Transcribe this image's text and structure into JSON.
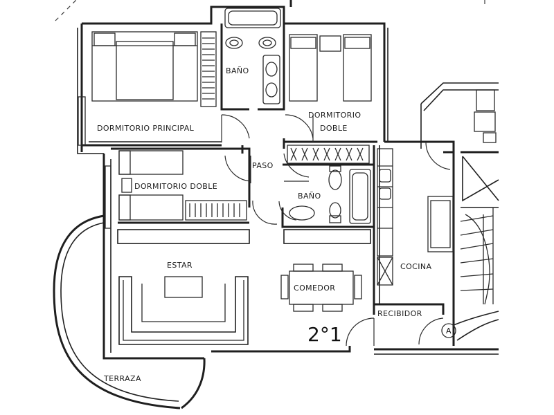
{
  "rooms": {
    "bano_top": "BAÑO",
    "dormitorio_principal": "DORMITORIO PRINCIPAL",
    "dormitorio_doble_right_line1": "DORMITORIO",
    "dormitorio_doble_right_line2": "DOBLE",
    "paso": "PASO",
    "dormitorio_doble_left": "DORMITORIO DOBLE",
    "bano_small": "BAÑO",
    "estar": "ESTAR",
    "comedor": "COMEDOR",
    "cocina": "COCINA",
    "recibidor": "RECIBIDOR",
    "terraza": "TERRAZA"
  },
  "unit_number": "2°1",
  "entrance_marker": "A",
  "colors": {
    "line": "#1f1f1f",
    "paper": "#ffffff"
  }
}
